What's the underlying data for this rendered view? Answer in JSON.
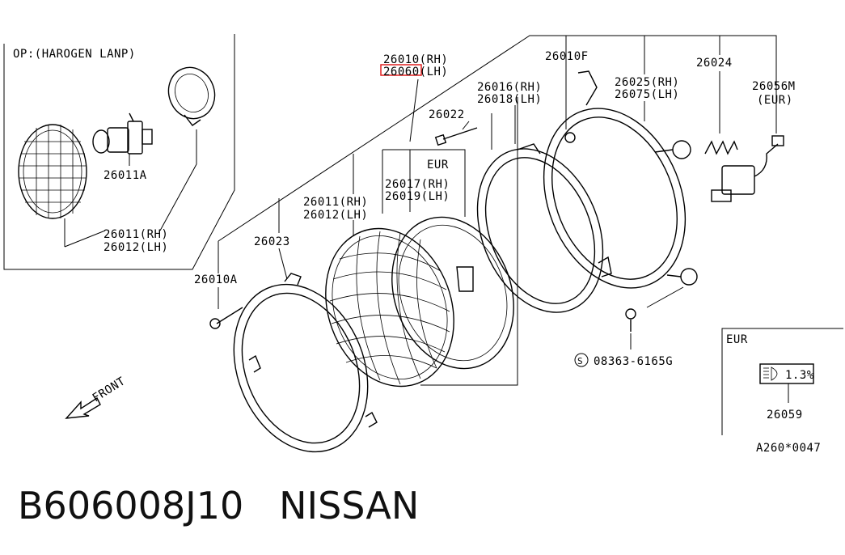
{
  "diagram": {
    "option_box_title": "OP:(HAROGEN LANP)",
    "labels": {
      "p26010_rh": "26010(RH)",
      "p26060_lh": "26060(LH)",
      "p26010f": "26010F",
      "p26024": "26024",
      "p26016_rh": "26016(RH)",
      "p26018_lh": "26018(LH)",
      "p26025_rh": "26025(RH)",
      "p26075_lh": "26075(LH)",
      "p26056m": "26056M",
      "p26056m_region": "(EUR)",
      "p26022": "26022",
      "eur_1": "EUR",
      "p26017_rh": "26017(RH)",
      "p26019_lh": "26019(LH)",
      "p26011_rh": "26011(RH)",
      "p26012_lh": "26012(LH)",
      "p26023": "26023",
      "p26010a": "26010A",
      "p26011a": "26011A",
      "op_26011_rh": "26011(RH)",
      "op_26012_lh": "26012(LH)",
      "screw_code": "08363-6165G",
      "screw_symbol": "S",
      "front": "FRONT",
      "eur_2": "EUR",
      "level_value": "1.3%",
      "p26059": "26059",
      "diagram_code": "A260*0047"
    }
  },
  "footer": {
    "part_number": "B606008J10",
    "brand": "NISSAN",
    "title": "B606008J10   NISSAN"
  }
}
